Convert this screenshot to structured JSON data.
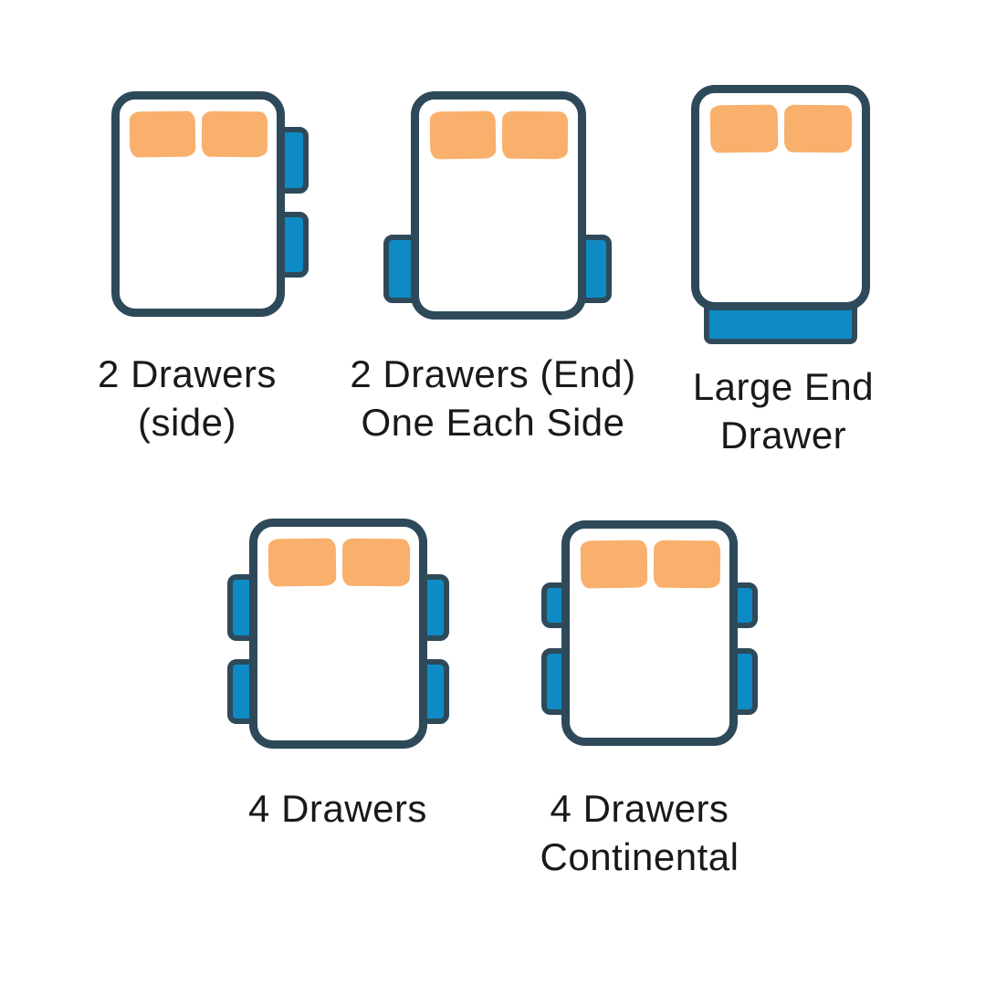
{
  "colors": {
    "outline": "#2e4a5a",
    "drawer_blue": "#0e8bc4",
    "pillow_orange": "#f9b06c",
    "text": "#191919",
    "bg": "#ffffff"
  },
  "figures": [
    {
      "name": "2-drawers-side",
      "drawer_count": 2,
      "drawer_layout": "two drawers on right side",
      "label_lines": [
        "2 Drawers",
        "(side)"
      ]
    },
    {
      "name": "2-drawers-end-one-each-side",
      "drawer_count": 2,
      "drawer_layout": "one drawer on each side near foot end",
      "label_lines": [
        "2 Drawers (End)",
        "One Each Side"
      ]
    },
    {
      "name": "large-end-drawer",
      "drawer_count": 1,
      "drawer_layout": "one large drawer at foot end",
      "label_lines": [
        "Large End",
        "Drawer"
      ]
    },
    {
      "name": "4-drawers",
      "drawer_count": 4,
      "drawer_layout": "two equal drawers on each side",
      "label_lines": [
        "4 Drawers"
      ]
    },
    {
      "name": "4-drawers-continental",
      "drawer_count": 4,
      "drawer_layout": "short upper and long lower drawer on each side",
      "label_lines": [
        "4 Drawers",
        "Continental"
      ]
    }
  ]
}
